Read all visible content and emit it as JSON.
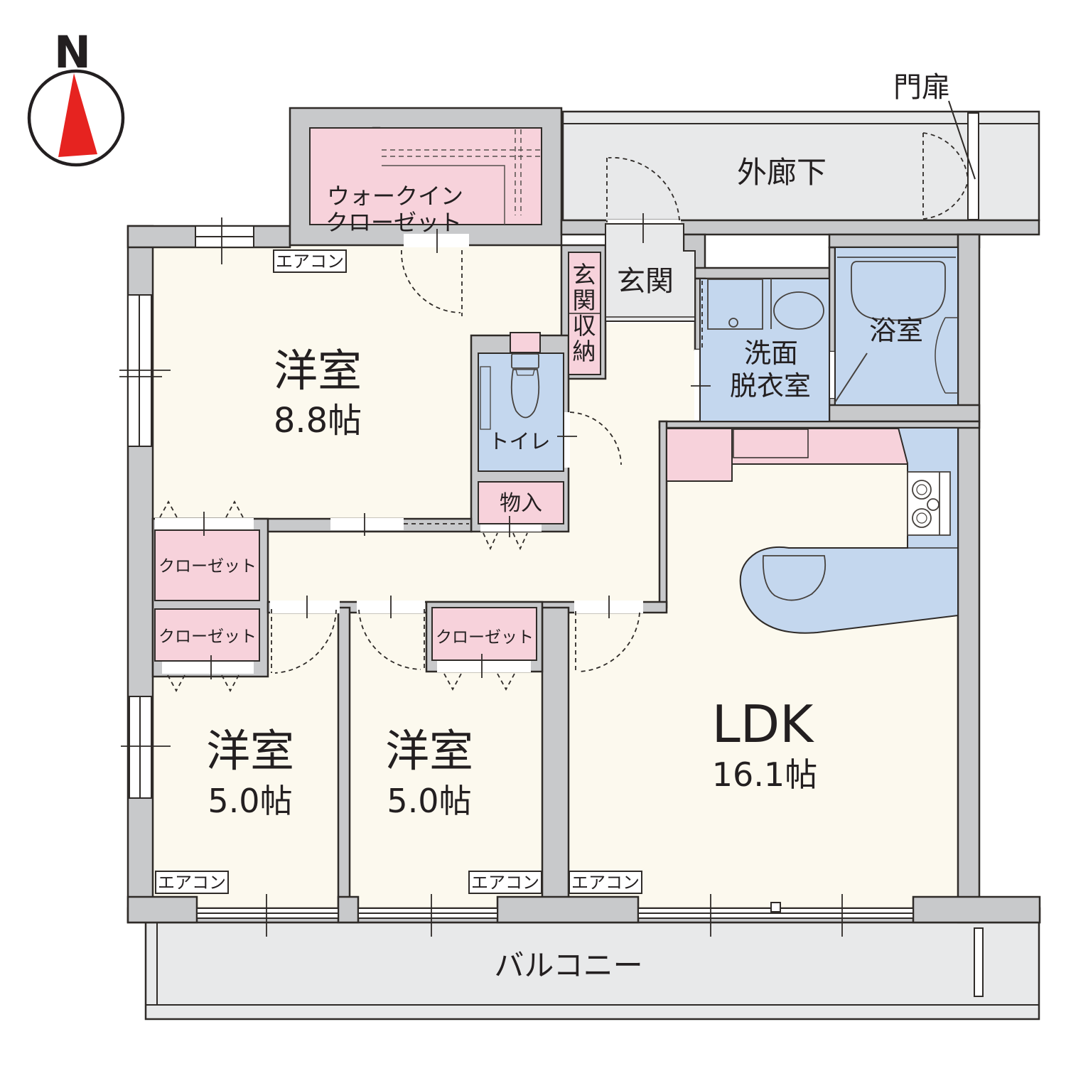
{
  "plan": {
    "compass": {
      "label": "N"
    },
    "gate_label": "門扉",
    "corridor_label": "外廊下",
    "entrance": {
      "label": "玄関"
    },
    "entrance_storage": {
      "c1": "玄",
      "c2": "関",
      "c3": "収",
      "c4": "納"
    },
    "walk_in_closet": {
      "line1": "ウォークイン",
      "line2": "クローゼット"
    },
    "washroom": {
      "line1": "洗面",
      "line2": "脱衣室"
    },
    "bathroom": {
      "label": "浴室"
    },
    "toilet": {
      "label": "トイレ"
    },
    "storage_label": "物入",
    "closet1_label": "クローゼット",
    "closet2_label": "クローゼット",
    "closet3_label": "クローゼット",
    "room_main": {
      "name": "洋室",
      "size": "8.8帖"
    },
    "room_a": {
      "name": "洋室",
      "size": "5.0帖"
    },
    "room_b": {
      "name": "洋室",
      "size": "5.0帖"
    },
    "ldk": {
      "name": "LDK",
      "size": "16.1帖"
    },
    "balcony_label": "バルコニー",
    "aircon1": "エアコン",
    "aircon2": "エアコン",
    "aircon3": "エアコン",
    "aircon4": "エアコン",
    "colors": {
      "wall": "#c8c9cb",
      "wall_stroke": "#2f2b28",
      "floor": "#fcf9ee",
      "pink": "#f7d2db",
      "blue": "#c4d7ee",
      "light_gray": "#e8e9ea",
      "compass_red": "#e62320",
      "text": "#231f20"
    }
  }
}
